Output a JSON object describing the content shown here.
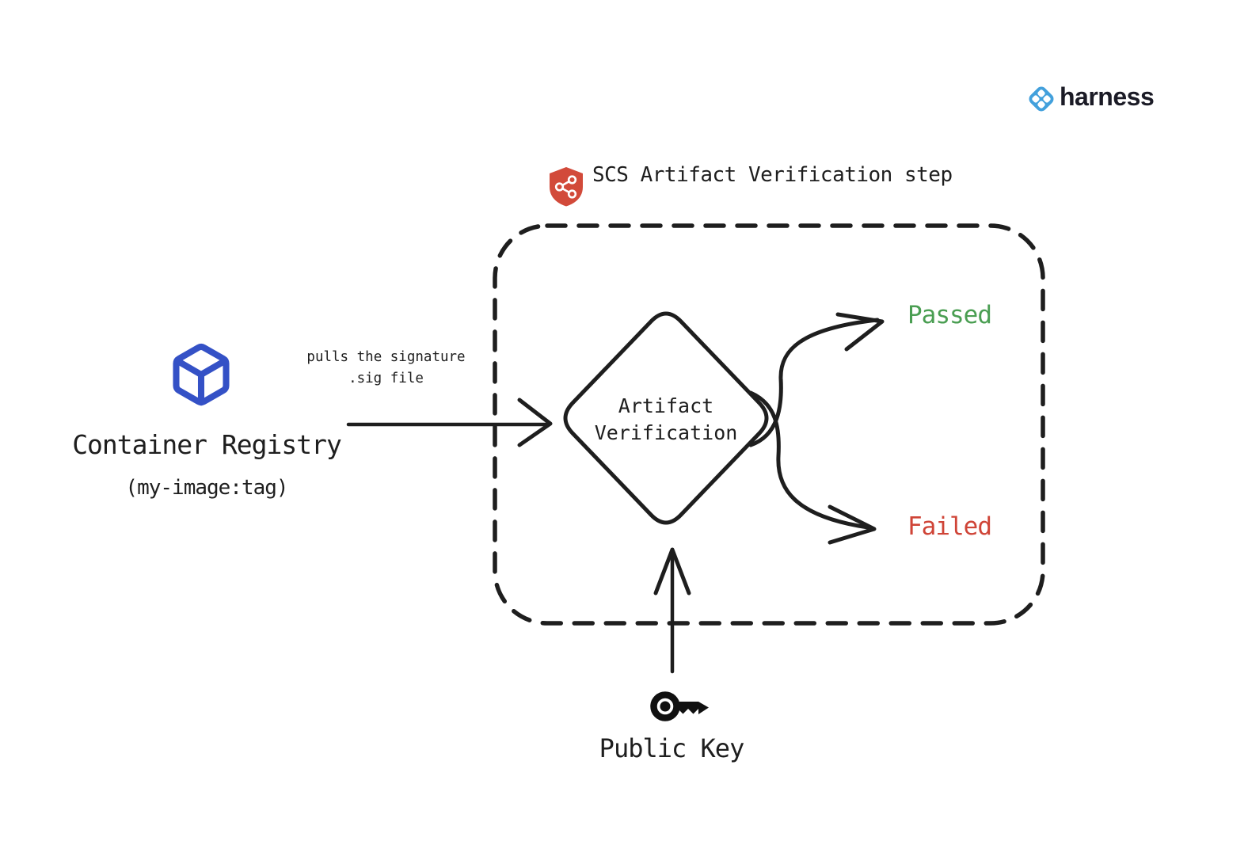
{
  "brand": {
    "name": "harness",
    "icon": "harness-diamond-icon",
    "icon_color": "#42a0dc",
    "text_color": "#1b1b26"
  },
  "header": {
    "title": "SCS Artifact Verification step",
    "icon": "shield-graph-icon",
    "shield_color": "#d24a3a"
  },
  "registry": {
    "title": "Container Registry",
    "subtitle": "(my-image:tag)",
    "icon": "container-cube-icon",
    "icon_color": "#3451c6"
  },
  "pull_arrow": {
    "line1": "pulls the signature",
    "line2": ".sig file"
  },
  "decision": {
    "line1": "Artifact",
    "line2": "Verification"
  },
  "outcomes": {
    "passed": {
      "label": "Passed",
      "color": "#4a9e52"
    },
    "failed": {
      "label": "Failed",
      "color": "#cf4437"
    }
  },
  "public_key": {
    "label": "Public Key",
    "icon": "key-icon"
  },
  "colors": {
    "ink": "#1e1e1e",
    "background": "#ffffff"
  }
}
